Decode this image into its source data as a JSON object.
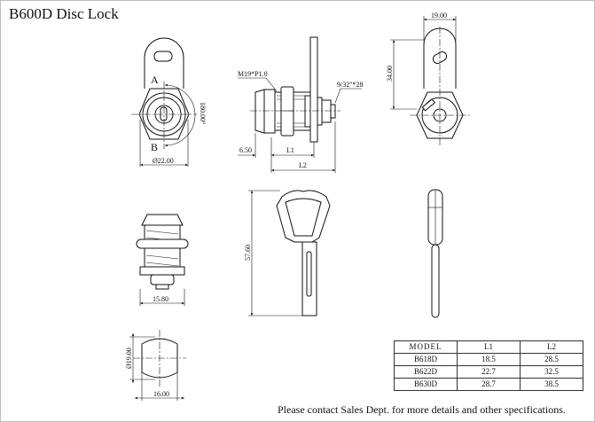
{
  "title": "B600D   Disc Lock",
  "front_view": {
    "label_a": "A",
    "label_b": "B",
    "angle": "180.00°",
    "diameter": "Ø22.00"
  },
  "side_view": {
    "thread": "M19*P1.0",
    "screw": "9/32\"*28",
    "offset": "6.50",
    "l1": "L1",
    "l2": "L2"
  },
  "rear_view": {
    "width": "19.00",
    "height": "34.00"
  },
  "top_view": {
    "width": "15.80"
  },
  "key_view": {
    "length": "57.60"
  },
  "cutout_view": {
    "diameter": "Ø19.00",
    "width": "16.00"
  },
  "spec_table": {
    "headers": [
      "MODEL",
      "L1",
      "L2"
    ],
    "rows": [
      [
        "B618D",
        "18.5",
        "28.5"
      ],
      [
        "B622D",
        "22.7",
        "32.5"
      ],
      [
        "B630D",
        "28.7",
        "38.5"
      ]
    ]
  },
  "footer": "Please contact Sales Dept. for more details and other specifications."
}
